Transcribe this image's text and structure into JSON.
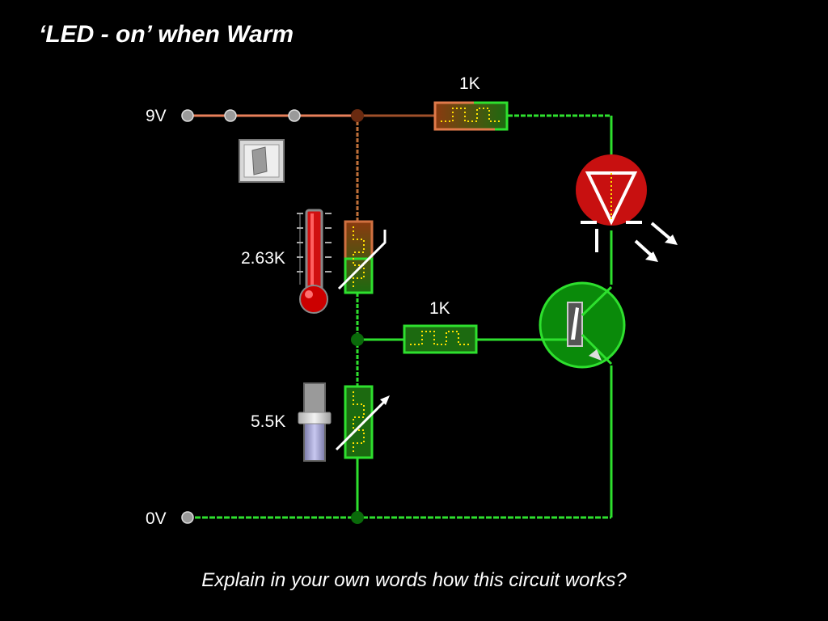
{
  "slide": {
    "title": "‘LED - on’ when Warm",
    "question": "Explain in your own words how this circuit works?"
  },
  "circuit": {
    "supply_label": "9V",
    "ground_label": "0V",
    "resistor_top_label": "1K",
    "resistor_base_label": "1K",
    "thermistor_label": "2.63K",
    "variable_resistor_label": "5.5K",
    "colors": {
      "wire_hot": "#e8805a",
      "wire_on": "#2ee02e",
      "led_red": "#cc1111",
      "transistor_green": "#0a8a0a"
    }
  }
}
